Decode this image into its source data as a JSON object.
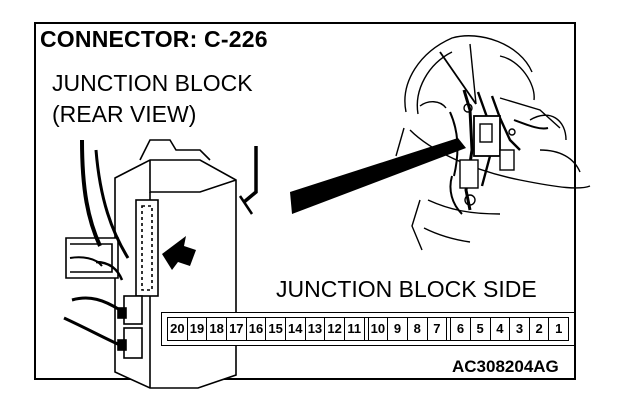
{
  "title": "CONNECTOR: C-226",
  "junction_block_label": [
    "JUNCTION BLOCK",
    "(REAR VIEW)"
  ],
  "side_label": "JUNCTION BLOCK SIDE",
  "pins": [
    "20",
    "19",
    "18",
    "17",
    "16",
    "15",
    "14",
    "13",
    "12",
    "11",
    "10",
    "9",
    "8",
    "7",
    "6",
    "5",
    "4",
    "3",
    "2",
    "1"
  ],
  "pin_gaps_after": [
    "11",
    "7"
  ],
  "figure_code": "AC308204AG",
  "colors": {
    "line": "#000000",
    "background": "#ffffff"
  }
}
